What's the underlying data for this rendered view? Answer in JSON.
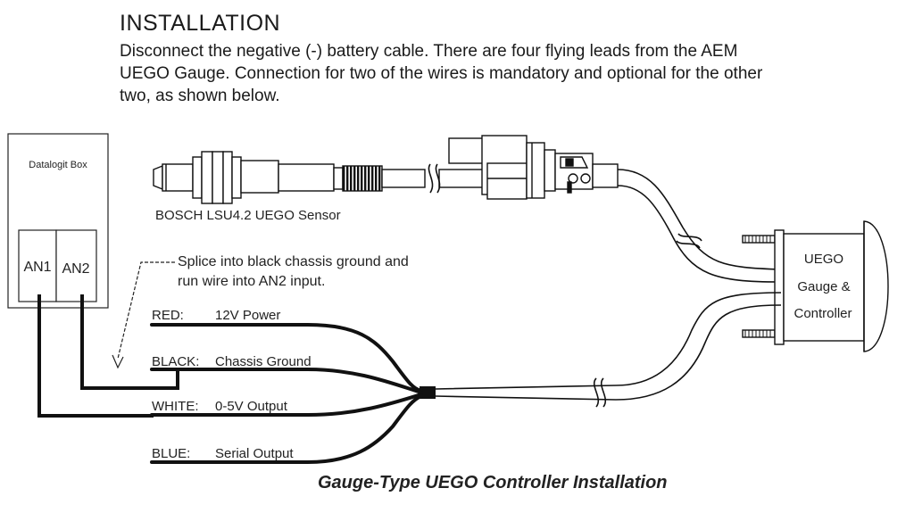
{
  "heading": "INSTALLATION",
  "intro": [
    "Disconnect the negative (-) battery cable. There are four flying leads from the AEM",
    "UEGO Gauge. Connection for two of the wires is mandatory and optional for the other",
    "two, as shown below."
  ],
  "datalogit": {
    "title": "Datalogit Box",
    "an1": "AN1",
    "an2": "AN2"
  },
  "sensor_label": "BOSCH LSU4.2 UEGO Sensor",
  "splice_note": [
    "Splice into black chassis ground and",
    "run wire into AN2 input."
  ],
  "wires": [
    {
      "color": "RED:",
      "desc": "12V Power"
    },
    {
      "color": "BLACK:",
      "desc": "Chassis Ground"
    },
    {
      "color": "WHITE:",
      "desc": "0-5V Output"
    },
    {
      "color": "BLUE:",
      "desc": "Serial Output"
    }
  ],
  "gauge": [
    "UEGO",
    "Gauge &",
    "Controller"
  ],
  "caption": "Gauge-Type UEGO Controller Installation"
}
